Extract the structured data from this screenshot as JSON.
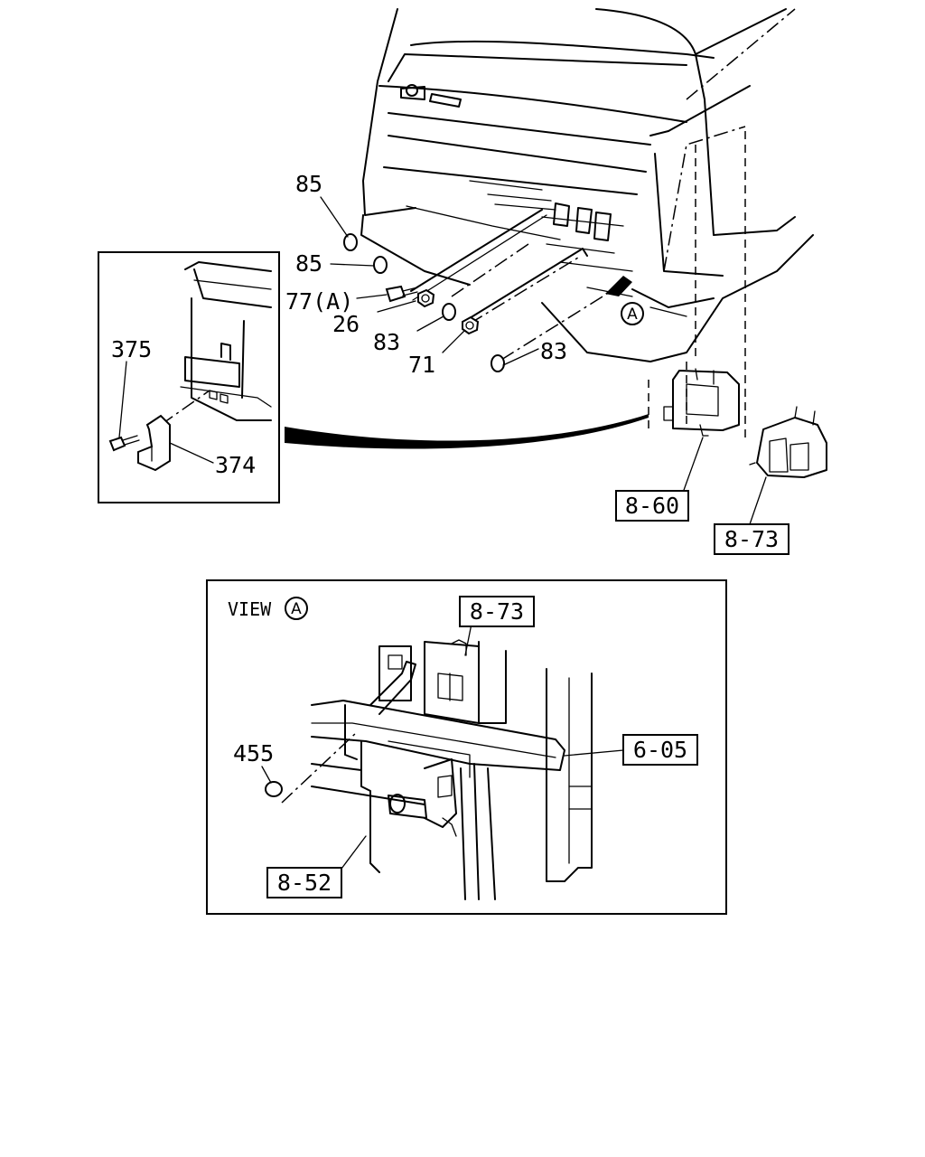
{
  "callouts": {
    "p85a": "85",
    "p85b": "85",
    "p77a": "77(A)",
    "p26": "26",
    "p83a": "83",
    "p71": "71",
    "p83b": "83",
    "p375": "375",
    "p374": "374",
    "p455": "455"
  },
  "references": {
    "r860": "8-60",
    "r873_top": "8-73",
    "r873_view": "8-73",
    "r605": "6-05",
    "r852": "8-52"
  },
  "view_marker": {
    "word": "VIEW",
    "letter": "A"
  },
  "arrow_marker": {
    "letter": "A"
  }
}
